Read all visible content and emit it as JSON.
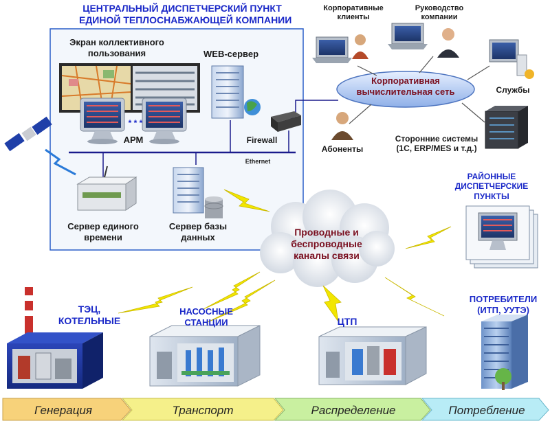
{
  "center": {
    "title_line1": "ЦЕНТРАЛЬНЫЙ ДИСПЕТЧЕРСКИЙ ПУНКТ",
    "title_line2": "ЕДИНОЙ ТЕПЛОСНАБЖАЮЩЕЙ КОМПАНИИ",
    "screen_line1": "Экран коллективного",
    "screen_line2": "пользования",
    "web_server": "WEB-сервер",
    "arm": "АРМ",
    "arm_dots": "* * *",
    "firewall": "Firewall",
    "ethernet": "Ethernet",
    "time_server_line1": "Сервер единого",
    "time_server_line2": "времени",
    "db_server_line1": "Сервер базы",
    "db_server_line2": "данных"
  },
  "corporate": {
    "clients_line1": "Корпоративные",
    "clients_line2": "клиенты",
    "management_line1": "Руководство",
    "management_line2": "компании",
    "network_line1": "Корпоративная",
    "network_line2": "вычислительная сеть",
    "services": "Службы",
    "subscribers": "Абоненты",
    "external_line1": "Сторонние системы",
    "external_line2": "(1С, ERP/MES и т.д.)"
  },
  "regional": {
    "line1": "РАЙОННЫЕ",
    "line2": "ДИСПЕТЧЕРСКИЕ",
    "line3": "ПУНКТЫ"
  },
  "cloud": {
    "line1": "Проводные и",
    "line2": "беспроводные",
    "line3": "каналы связи"
  },
  "sites": {
    "tec_line1": "ТЭЦ,",
    "tec_line2": "КОТЕЛЬНЫЕ",
    "pump_line1": "НАСОСНЫЕ",
    "pump_line2": "СТАНЦИИ",
    "ctp": "ЦТП",
    "consumers_line1": "ПОТРЕБИТЕЛИ",
    "consumers_line2": "(ИТП, УУТЭ)"
  },
  "stages": [
    "Генерация",
    "Транспорт",
    "Распределение",
    "Потребление"
  ],
  "colors": {
    "title_blue": "#1a28c8",
    "network_text": "#7a1020",
    "lightning": "#f2e600",
    "stage_generation": "#f7d27a",
    "stage_transport": "#f5f08a",
    "stage_distribution": "#c9f0a0",
    "stage_consumption": "#b8ecf6"
  }
}
